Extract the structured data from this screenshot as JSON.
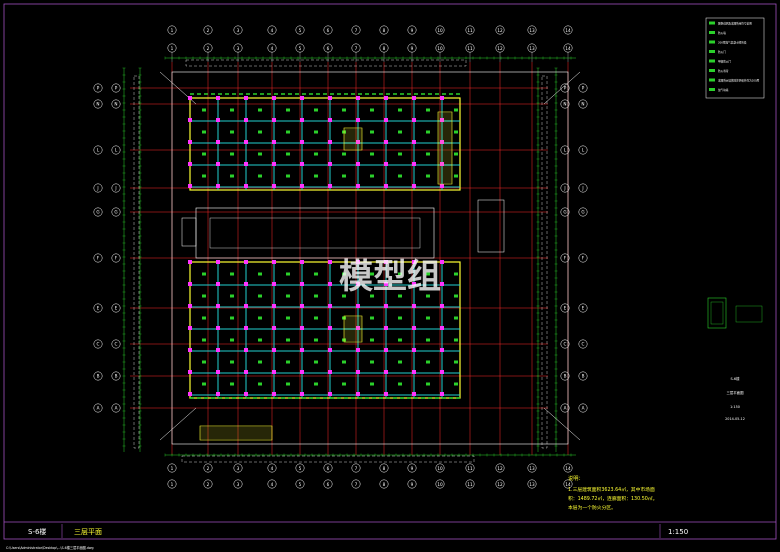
{
  "drawing": {
    "title_block": {
      "building_id": "S-6楼",
      "sheet_title": "三层平面",
      "scale": "1:150",
      "file_path": "C:\\Users\\Administrator\\Desktop\\...\\S-6楼三层平面图.dwg"
    },
    "watermark": "模型组",
    "notes": {
      "heading": "说明：",
      "line1": "1.三层建筑面积3623.64㎡，其中市场面",
      "line2": "积：1489.72㎡，连廊面积：130.50㎡。",
      "line3": "本层为一个防火分区。"
    },
    "legend": {
      "items": [
        "图例说明及本图所用符号说明",
        "防火墙",
        "200厚加气混凝土砌块墙",
        "防火门",
        "甲级防火门",
        "防火卷帘",
        "本图所示墙体除注明者外均为200厚",
        "加气块墙"
      ]
    },
    "keyplan": {
      "label_a": "S-6楼",
      "label_b": "三层平面图",
      "label_c": "1:150",
      "label_d": "2014-05-12"
    },
    "grid_top": [
      "1",
      "2",
      "3",
      "4",
      "5",
      "6",
      "7",
      "8",
      "9",
      "10",
      "11",
      "12",
      "13",
      "14"
    ],
    "grid_bottom": [
      "1",
      "2",
      "3",
      "4",
      "5",
      "6",
      "7",
      "8",
      "9",
      "10",
      "11",
      "12",
      "13",
      "14"
    ],
    "grid_left": [
      "P",
      "N",
      "L",
      "J",
      "G",
      "F",
      "E",
      "C",
      "B",
      "A"
    ],
    "grid_right": [
      "P",
      "N",
      "L",
      "J",
      "G",
      "F",
      "E",
      "C",
      "B",
      "A"
    ],
    "colors": {
      "background": "#000000",
      "grid_line": "#ff2a2a",
      "wall_cyan": "#22d0d0",
      "wall_yellow": "#ffff33",
      "dim_green": "#2bd12b",
      "column_magenta": "#ff33ff",
      "white_text": "#ffffff",
      "frame_purple": "#a050c0"
    }
  }
}
